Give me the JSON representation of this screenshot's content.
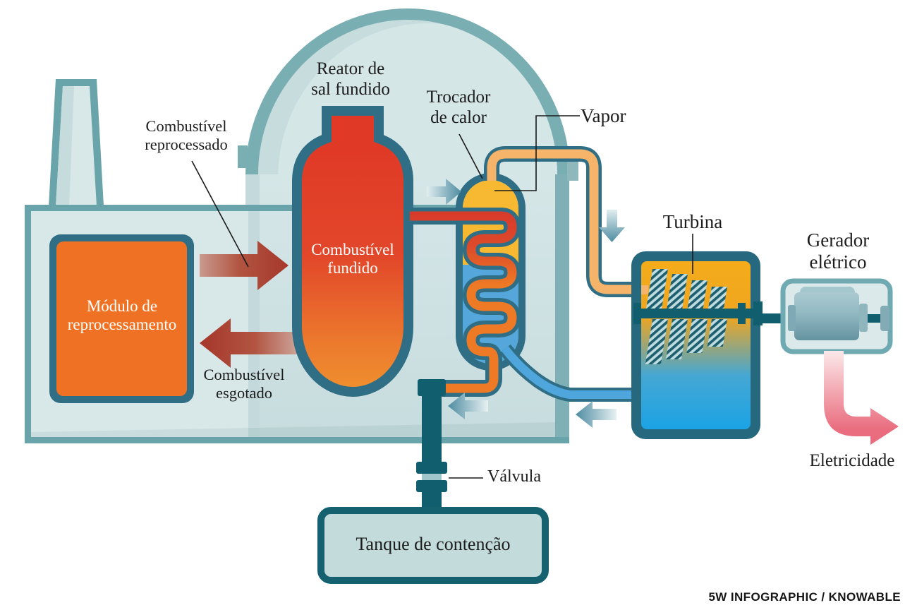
{
  "diagram": {
    "labels": {
      "reactor": {
        "line1": "Reator de",
        "line2": "sal fundido"
      },
      "heat_exchanger": {
        "line1": "Trocador",
        "line2": "de calor"
      },
      "vapor": "Vapor",
      "turbine": "Turbina",
      "generator": {
        "line1": "Gerador",
        "line2": "elétrico"
      },
      "electricity": "Eletricidade",
      "reprocessed_fuel": {
        "line1": "Combustível",
        "line2": "reprocessado"
      },
      "spent_fuel": {
        "line1": "Combustível",
        "line2": "esgotado"
      },
      "reprocessing_module": {
        "line1": "Módulo de",
        "line2": "reprocessamento"
      },
      "molten_fuel": {
        "line1": "Combustível",
        "line2": "fundido"
      },
      "containment_tank": "Tanque de contenção",
      "valve": "Válvula"
    },
    "credit": "5W INFOGRAPHIC / KNOWABLE",
    "colors": {
      "dome_border": "#79AEB2",
      "dome_fill": "#D5E6E7",
      "building_border": "#68A4AA",
      "building_fill": "#D8E8E8",
      "vessel_border": "#2F6E85",
      "reactor_red": "#E03926",
      "reactor_orange": "#F0922F",
      "module_orange": "#EF7123",
      "exchanger_gold": "#F7B832",
      "exchanger_blue": "#55A7DB",
      "vapor_pipe": "#F5B469",
      "water_pipe": "#4FA6DC",
      "dark_pipe": "#115E6E",
      "turbine_top": "#F4AC1B",
      "turbine_bottom": "#1BA3E5",
      "maroon_arrow": "#A5372A",
      "teal_arrow": "#4E8CA2",
      "electricity_pink": "#E96D7F",
      "tank_fill": "#C3DBDB"
    }
  }
}
